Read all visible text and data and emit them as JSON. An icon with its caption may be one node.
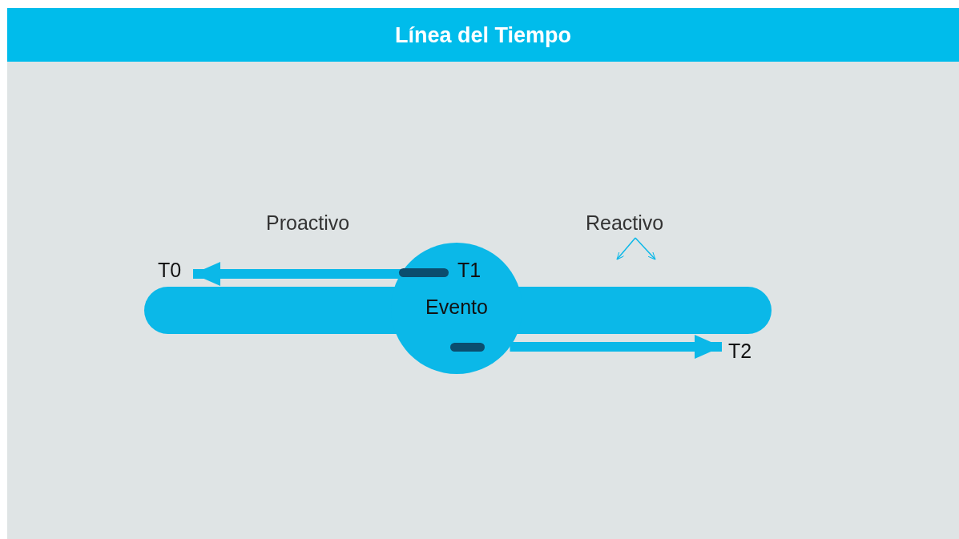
{
  "diagram": {
    "title": "Línea del Tiempo",
    "nodes": [
      {
        "text": [
          "Evento"
        ]
      },
      {
        "text": [
          "T0"
        ]
      },
      {
        "text": [
          "T2"
        ]
      },
      {
        "text": [
          "Reactivo"
        ]
      },
      {
        "text": [],
        "shape": "bar"
      }
    ],
    "edges": [
      {
        "from": 0,
        "to": 1,
        "arrow": "to",
        "style": "thick"
      },
      {
        "from": 0,
        "to": 2,
        "arrow": "to",
        "style": "thick"
      },
      {
        "from": 3,
        "to": null,
        "arrow": "to"
      },
      {
        "from": 3,
        "to": null,
        "arrow": "to"
      }
    ],
    "labels": [
      "Proactivo",
      "T1"
    ]
  }
}
